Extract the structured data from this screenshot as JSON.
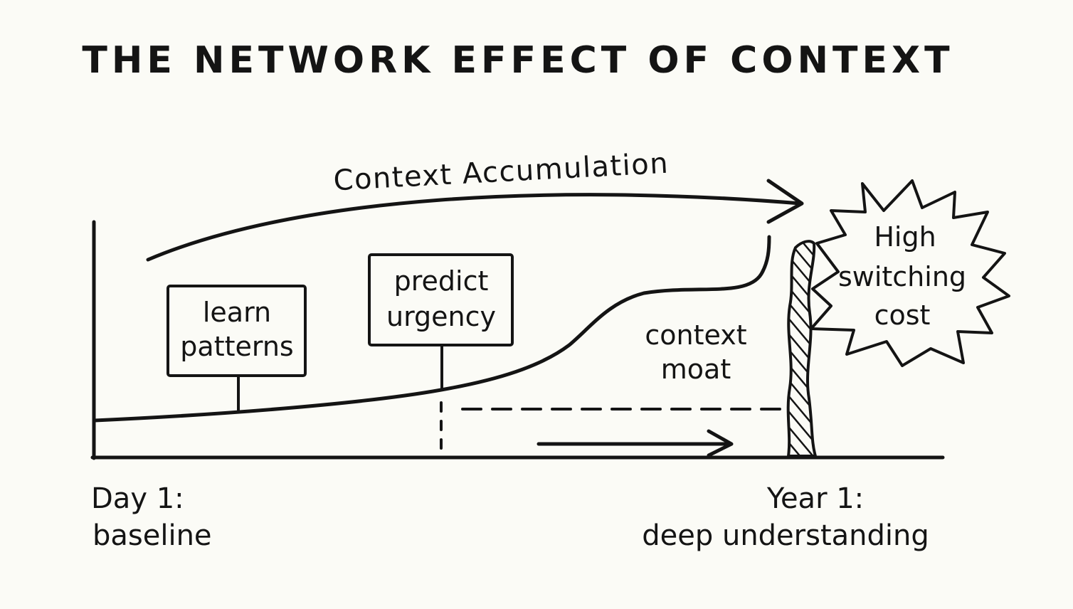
{
  "title": "THE NETWORK EFFECT OF CONTEXT",
  "arc_label": "Context Accumulation",
  "milestones": [
    {
      "line1": "learn",
      "line2": "patterns"
    },
    {
      "line1": "predict",
      "line2": "urgency"
    }
  ],
  "moat_label": {
    "line1": "context",
    "line2": "moat"
  },
  "burst": {
    "line1": "High",
    "line2": "switching",
    "line3": "cost"
  },
  "x_start": {
    "line1": "Day 1:",
    "line2": "baseline"
  },
  "x_end": {
    "line1": "Year 1:",
    "line2": "deep understanding"
  }
}
